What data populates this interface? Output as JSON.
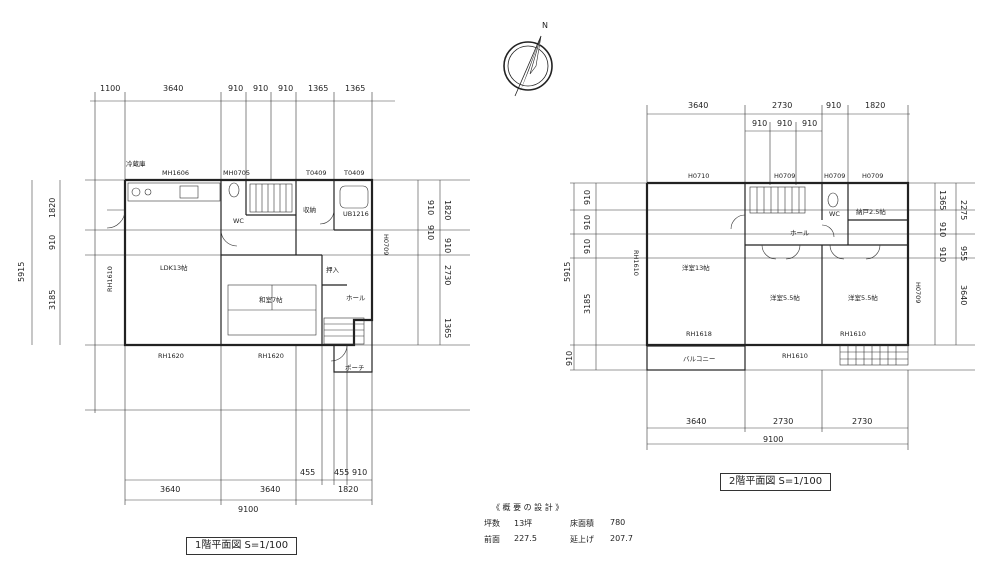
{
  "compass": {
    "north_label": "N"
  },
  "floor1": {
    "caption": "1階平面図  S=1/100",
    "top_dims": [
      "1100",
      "3640",
      "910",
      "910",
      "910",
      "1365",
      "1365"
    ],
    "left_dims": [
      "1820",
      "910",
      "3185"
    ],
    "left_total": "5915",
    "right_dims": [
      "1820",
      "910",
      "2730",
      "1365"
    ],
    "right_dims2": [
      "910",
      "910"
    ],
    "bottom_small": [
      "455",
      "455",
      "910"
    ],
    "bottom_dims": [
      "3640",
      "3640",
      "1820"
    ],
    "bottom_total": "9100",
    "rooms": {
      "ldk": "LDK13帖",
      "washitsu": "和室7帖",
      "wc": "WC",
      "ub": "UB1216",
      "hall": "ホール",
      "porch": "ポーチ",
      "oshiire": "押入",
      "refrigerator": "冷蔵庫",
      "storage": "収納"
    },
    "windows": {
      "mh1606": "MH1606",
      "mh0705": "MH0705",
      "t0409a": "T0409",
      "t0409b": "T0409",
      "h0709": "H0709",
      "rh1610": "RH1610",
      "rh1620a": "RH1620",
      "rh1620b": "RH1620"
    }
  },
  "floor2": {
    "caption": "2階平面図  S=1/100",
    "top_dims": [
      "3640",
      "2730",
      "910",
      "1820"
    ],
    "top_dims2": [
      "910",
      "910",
      "910"
    ],
    "left_dims": [
      "910",
      "910",
      "910",
      "3185",
      "910"
    ],
    "left_total": "5915",
    "right_dims": [
      "1365",
      "910",
      "910",
      "3640"
    ],
    "right_dims2": [
      "2275",
      "955"
    ],
    "bottom_dims": [
      "3640",
      "2730",
      "2730"
    ],
    "bottom_total": "9100",
    "rooms": {
      "room13": "洋室13帖",
      "room55a": "洋室5.5帖",
      "room55b": "洋室5.5帖",
      "closet": "納戸2.5帖",
      "wc": "WC",
      "hall": "ホール",
      "balcony": "バルコニー"
    },
    "windows": {
      "h0710": "H0710",
      "h0709a": "H0709",
      "h0709b": "H0709",
      "h0709c": "H0709",
      "rh1610a": "RH1610",
      "rh1610b": "RH1610",
      "rh1610c": "RH1610",
      "rh1618": "RH1618"
    }
  },
  "summary": {
    "title": "《  概 要 の 設 計  》",
    "items": [
      {
        "label": "坪数",
        "value": "13坪"
      },
      {
        "label": "床面積",
        "value": "780"
      },
      {
        "label": "前面",
        "value": "227.5"
      },
      {
        "label": "延上げ",
        "value": "207.7"
      }
    ]
  }
}
